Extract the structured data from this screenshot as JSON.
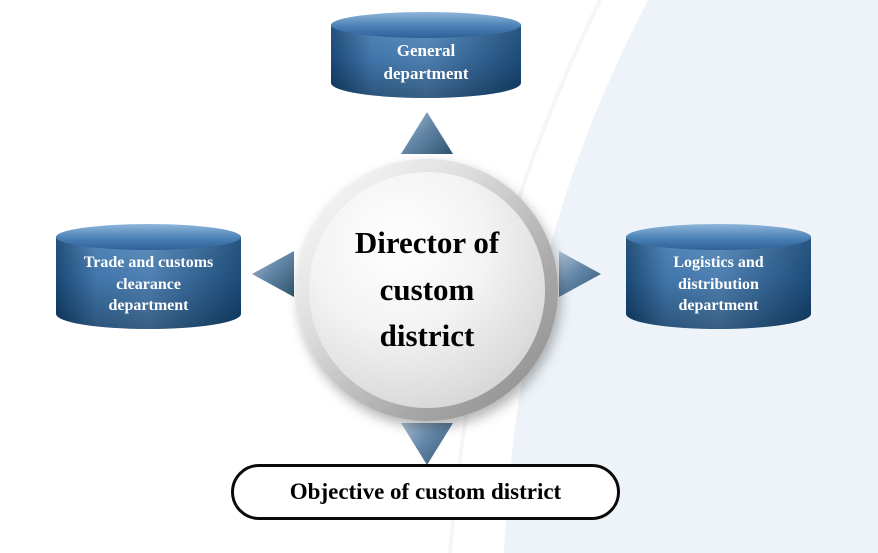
{
  "center": {
    "label": "Director of custom district",
    "lines": [
      "Director of",
      "custom",
      "district"
    ]
  },
  "cylinders": {
    "top": {
      "label": "General department",
      "lines": [
        "General",
        "department"
      ]
    },
    "left": {
      "label": "Trade and customs clearance department",
      "lines": [
        "Trade and customs",
        "clearance",
        "department"
      ]
    },
    "right": {
      "label": "Logistics and distribution department",
      "lines": [
        "Logistics and",
        "distribution",
        "department"
      ]
    }
  },
  "objective": {
    "label": "Objective of custom district"
  },
  "colors": {
    "cylinder_dark": "#12406b",
    "cylinder_mid": "#2c67a2",
    "cylinder_top": "#8fb6da",
    "arrow": "#6487a8",
    "circle_ring": "#8a8a8a",
    "swoosh": "#edf3f8",
    "text_on_cylinder": "#ffffff",
    "text_main": "#000000"
  }
}
